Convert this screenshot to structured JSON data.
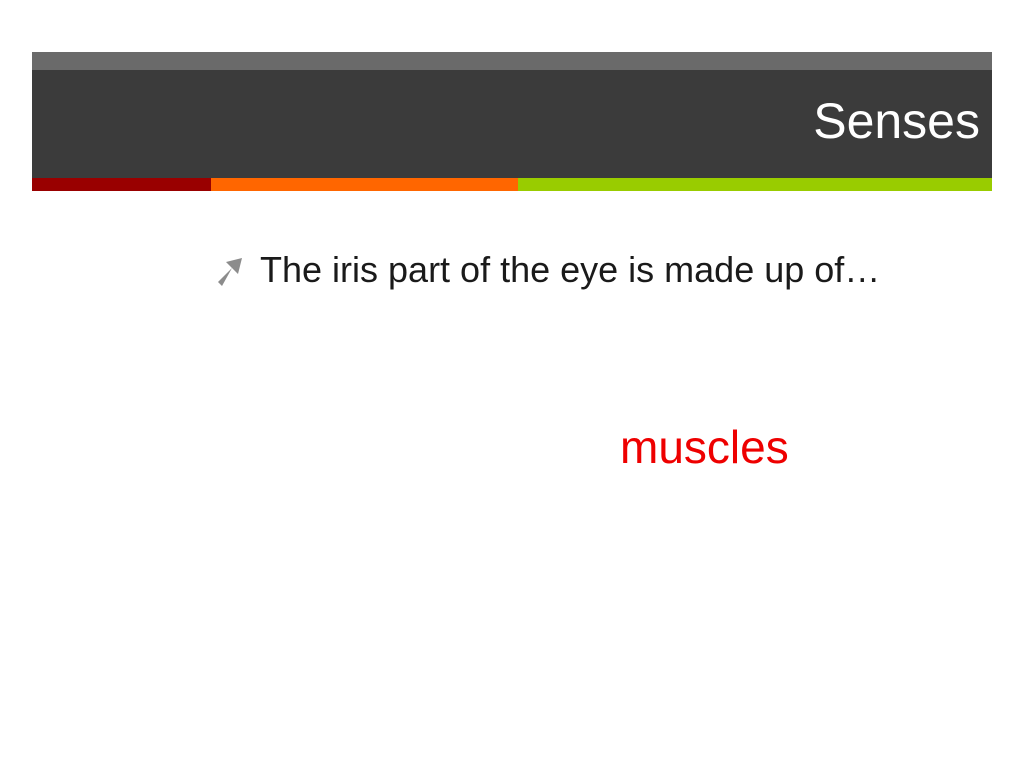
{
  "slide": {
    "title": "Senses",
    "bullets": [
      {
        "text": "The iris part of the eye is made up of…",
        "icon": "arrow-up-right-icon"
      }
    ],
    "answer": "muscles"
  },
  "colors": {
    "title_band": "#3b3b3b",
    "title_band_top": "#6a6a6a",
    "accent_red": "#990000",
    "accent_orange": "#ff6600",
    "accent_green": "#99cc00",
    "answer": "#ee0000",
    "bullet_icon": "#8c8c8c"
  }
}
